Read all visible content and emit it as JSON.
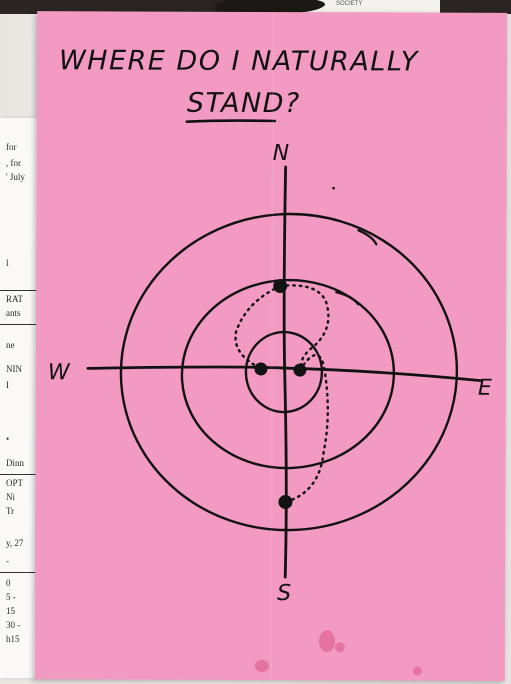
{
  "heading": {
    "line1": "WHERE DO I NATURALLY",
    "line2": "STAND?"
  },
  "compass": {
    "north": "N",
    "south": "S",
    "west": "W",
    "east": "E"
  },
  "background_doc": {
    "snippets": [
      "for",
      ", for",
      "' July",
      "l",
      "RAT",
      "ants",
      "ne",
      "NIN",
      "I",
      "•",
      "Dinn",
      "OPT",
      "Ni",
      "Tr",
      "y, 27",
      "-",
      "0",
      "5 -",
      "15",
      "30 -",
      "h15"
    ],
    "top_snippet": "SOCIETY"
  },
  "colors": {
    "sheet": "#f29ac2",
    "ink": "#121212",
    "backdrop": "#e9e6e2"
  }
}
